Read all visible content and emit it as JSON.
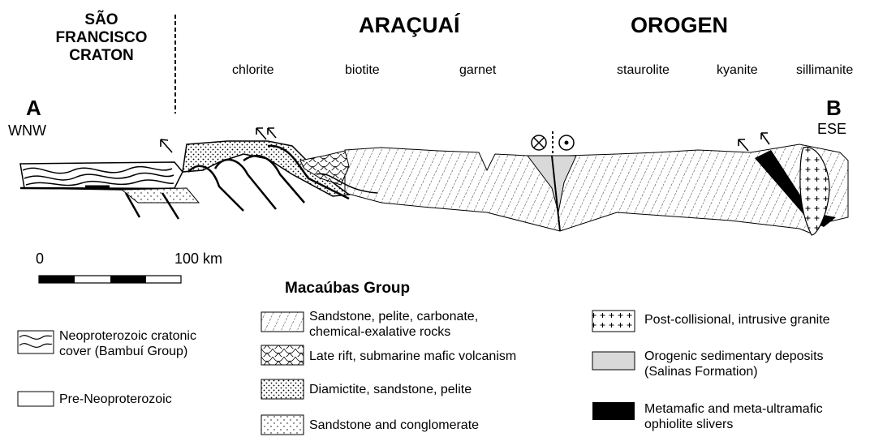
{
  "header": {
    "craton_line1": "SÃO",
    "craton_line2": "FRANCISCO",
    "craton_line3": "CRATON",
    "title_left": "ARAÇUAÍ",
    "title_right": "OROGEN"
  },
  "metamorphic_zones": [
    "chlorite",
    "biotite",
    "garnet",
    "staurolite",
    "kyanite",
    "sillimanite"
  ],
  "section": {
    "start_label": "A",
    "start_direction": "WNW",
    "end_label": "B",
    "end_direction": "ESE"
  },
  "scale_bar": {
    "min_label": "0",
    "max_label": "100 km"
  },
  "legend": {
    "group_title": "Macaúbas Group",
    "items": [
      {
        "key": "neoproterozoic-cover",
        "text_line1": "Neoproterozoic cratonic",
        "text_line2": "cover (Bambuí Group)"
      },
      {
        "key": "pre-neoproterozoic",
        "text_line1": "Pre-Neoproterozoic",
        "text_line2": ""
      },
      {
        "key": "sandstone-pelite-carbonate",
        "text_line1": "Sandstone, pelite, carbonate,",
        "text_line2": "chemical-exalative rocks"
      },
      {
        "key": "late-rift-volcanism",
        "text_line1": "Late rift, submarine mafic volcanism",
        "text_line2": ""
      },
      {
        "key": "diamictite",
        "text_line1": "Diamictite, sandstone, pelite",
        "text_line2": ""
      },
      {
        "key": "sandstone-conglomerate",
        "text_line1": "Sandstone and conglomerate",
        "text_line2": ""
      },
      {
        "key": "post-collisional-granite",
        "text_line1": "Post-collisional, intrusive granite",
        "text_line2": ""
      },
      {
        "key": "orogenic-deposits",
        "text_line1": "Orogenic sedimentary deposits",
        "text_line2": "(Salinas Formation)"
      },
      {
        "key": "ophiolite",
        "text_line1": "Metamafic and meta-ultramafic",
        "text_line2": "ophiolite slivers"
      }
    ]
  },
  "colors": {
    "orogenic_fill": "#d9d9d9",
    "ophiolite_fill": "#000000"
  }
}
